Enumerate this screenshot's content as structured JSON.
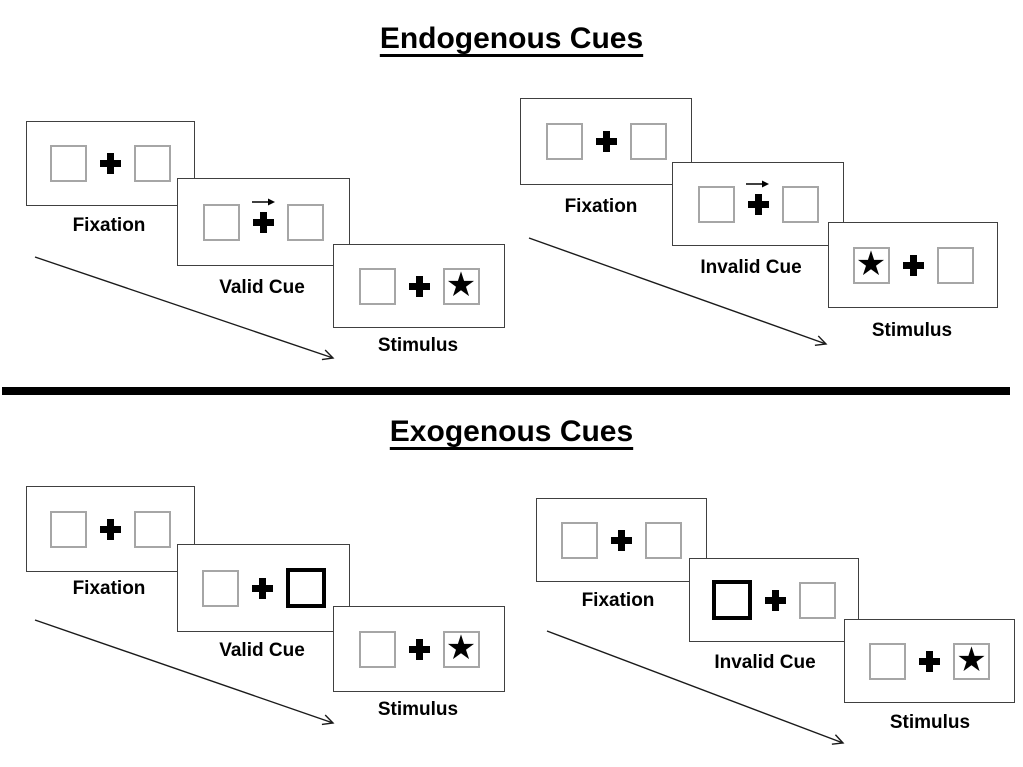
{
  "sections": {
    "endogenous": {
      "title": "Endogenous Cues",
      "valid": {
        "fixation": {
          "label": "Fixation"
        },
        "cue": {
          "label": "Valid Cue",
          "cue_symbol": "right-arrow-above-cross"
        },
        "stimulus": {
          "label": "Stimulus",
          "star": "★",
          "star_side": "right"
        }
      },
      "invalid": {
        "fixation": {
          "label": "Fixation"
        },
        "cue": {
          "label": "Invalid Cue",
          "cue_symbol": "right-arrow-above-cross"
        },
        "stimulus": {
          "label": "Stimulus",
          "star": "★",
          "star_side": "left"
        }
      }
    },
    "exogenous": {
      "title": "Exogenous Cues",
      "valid": {
        "fixation": {
          "label": "Fixation"
        },
        "cue": {
          "label": "Valid Cue",
          "highlighted_box": "right"
        },
        "stimulus": {
          "label": "Stimulus",
          "star": "★",
          "star_side": "right"
        }
      },
      "invalid": {
        "fixation": {
          "label": "Fixation"
        },
        "cue": {
          "label": "Invalid Cue",
          "highlighted_box": "left"
        },
        "stimulus": {
          "label": "Stimulus",
          "star": "★",
          "star_side": "right"
        }
      }
    }
  },
  "colors": {
    "background": "#ffffff",
    "panel_border": "#404040",
    "box_border": "#a6a6a6",
    "cue_highlight_border": "#000000",
    "divider": "#000000",
    "ink": "#000000"
  }
}
